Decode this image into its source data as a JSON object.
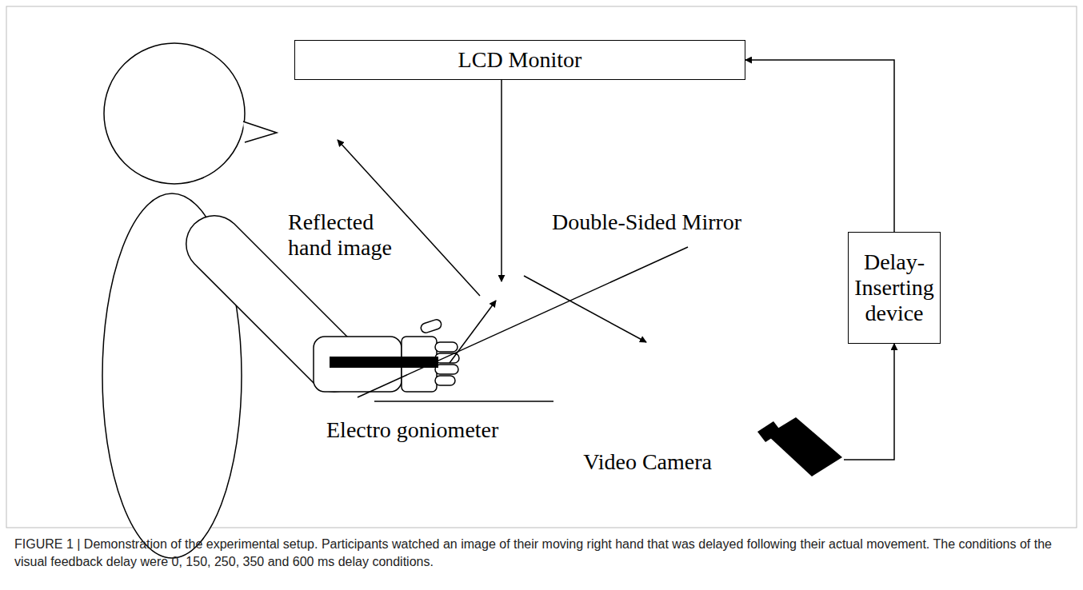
{
  "diagram": {
    "caption": "FIGURE 1 | Demonstration of the experimental setup. Participants watched an image of their moving right hand that was delayed following their actual movement. The conditions of the visual feedback delay were 0, 150, 250, 350 and 600 ms delay conditions.",
    "nodes": [
      {
        "text": [
          "LCD Monitor"
        ]
      },
      {
        "text": [
          "Delay-Inserting device"
        ]
      },
      {
        "text": [
          "Video Camera"
        ]
      }
    ],
    "edges": [
      {
        "from": 2,
        "to": 1,
        "arrow": "to"
      },
      {
        "from": 1,
        "to": 0,
        "arrow": "to"
      }
    ],
    "labels": [
      "Double-Sided Mirror",
      "Reflected hand image",
      "Electro goniometer"
    ]
  }
}
